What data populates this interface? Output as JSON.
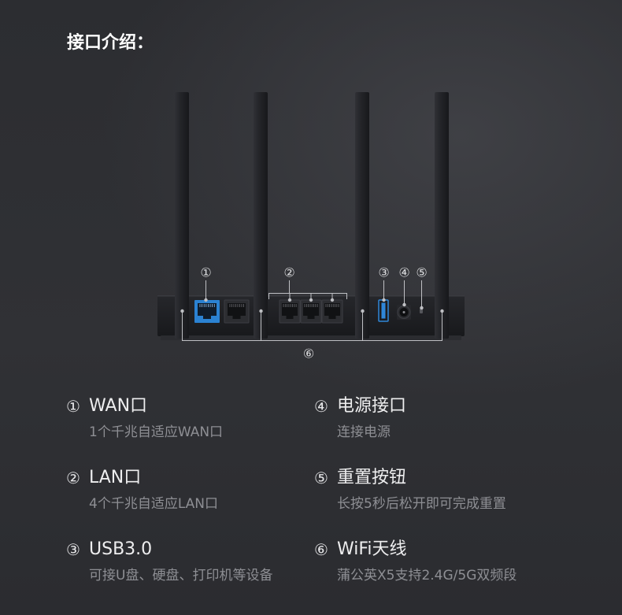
{
  "title": "接口介绍：",
  "colors": {
    "background": "#2e2f33",
    "title_text": "#ffffff",
    "item_text": "#eeeeef",
    "description_text": "#8e8f94",
    "wan_port": "#2b82d2",
    "usb_port": "#2f86d8",
    "callout_line": "#bfc0c4"
  },
  "diagram": {
    "callouts": {
      "wan": "①",
      "lan": "②",
      "usb": "③",
      "power": "④",
      "reset": "⑤",
      "antenna": "⑥"
    }
  },
  "items": [
    {
      "number": "①",
      "title": "WAN口",
      "description": "1个千兆自适应WAN口"
    },
    {
      "number": "②",
      "title": "LAN口",
      "description": "4个千兆自适应LAN口"
    },
    {
      "number": "③",
      "title": "USB3.0",
      "description": "可接U盘、硬盘、打印机等设备"
    },
    {
      "number": "④",
      "title": "电源接口",
      "description": "连接电源"
    },
    {
      "number": "⑤",
      "title": "重置按钮",
      "description": "长按5秒后松开即可完成重置"
    },
    {
      "number": "⑥",
      "title": "WiFi天线",
      "description": "蒲公英X5支持2.4G/5G双频段"
    }
  ]
}
